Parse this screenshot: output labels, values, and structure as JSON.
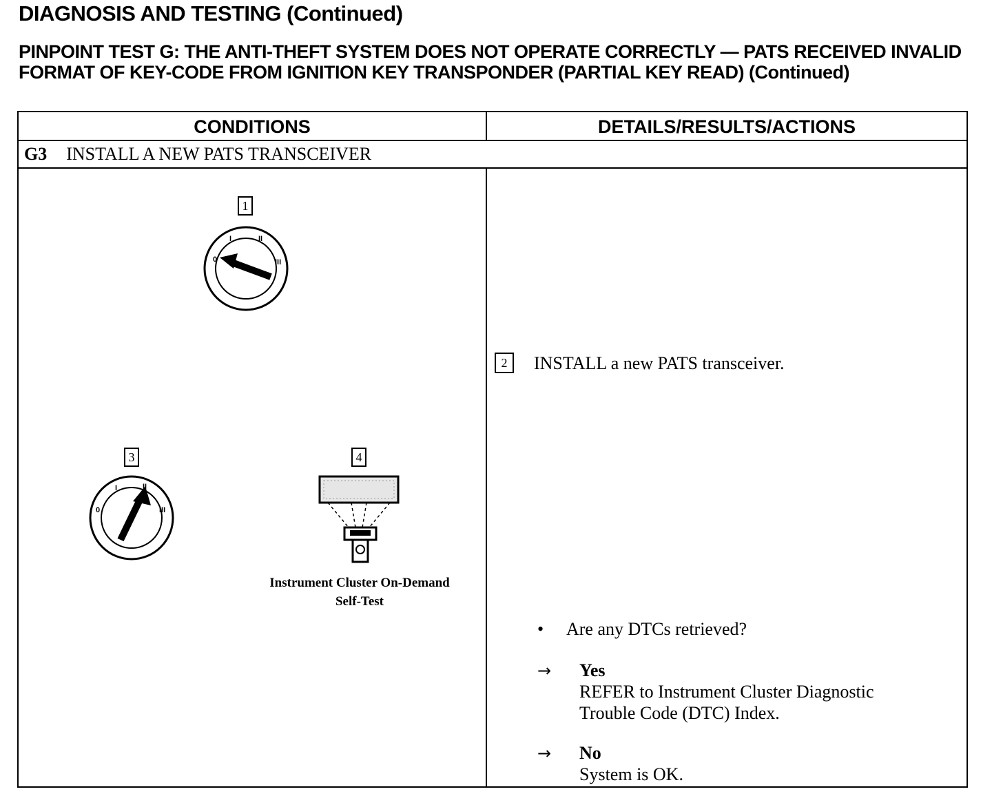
{
  "header": {
    "title": "DIAGNOSIS AND TESTING (Continued)",
    "subtitle": "PINPOINT TEST G:  THE ANTI-THEFT SYSTEM DOES NOT OPERATE CORRECTLY — PATS RECEIVED INVALID FORMAT OF KEY-CODE FROM IGNITION KEY TRANSPONDER (PARTIAL KEY READ) (Continued)"
  },
  "table": {
    "col_conditions": "CONDITIONS",
    "col_details": "DETAILS/RESULTS/ACTIONS",
    "step_code": "G3",
    "step_title": "INSTALL A NEW PATS TRANSCEIVER"
  },
  "figures": {
    "callout_1": "1",
    "callout_2": "2",
    "callout_3": "3",
    "callout_4": "4",
    "dial_labels": [
      "0",
      "I",
      "II",
      "III"
    ],
    "cluster_caption_line1": "Instrument Cluster On-Demand",
    "cluster_caption_line2": "Self-Test",
    "dial_1_position": "0",
    "dial_3_position": "II"
  },
  "actions": {
    "step2_text": "INSTALL a new PATS transceiver.",
    "bullet_symbol": "•",
    "question": "Are any DTCs retrieved?",
    "arrow_symbol": "→",
    "yes_label": "Yes",
    "yes_line1": "REFER to Instrument Cluster Diagnostic",
    "yes_line2": "Trouble Code (DTC) Index.",
    "no_label": "No",
    "no_text": "System is OK."
  }
}
